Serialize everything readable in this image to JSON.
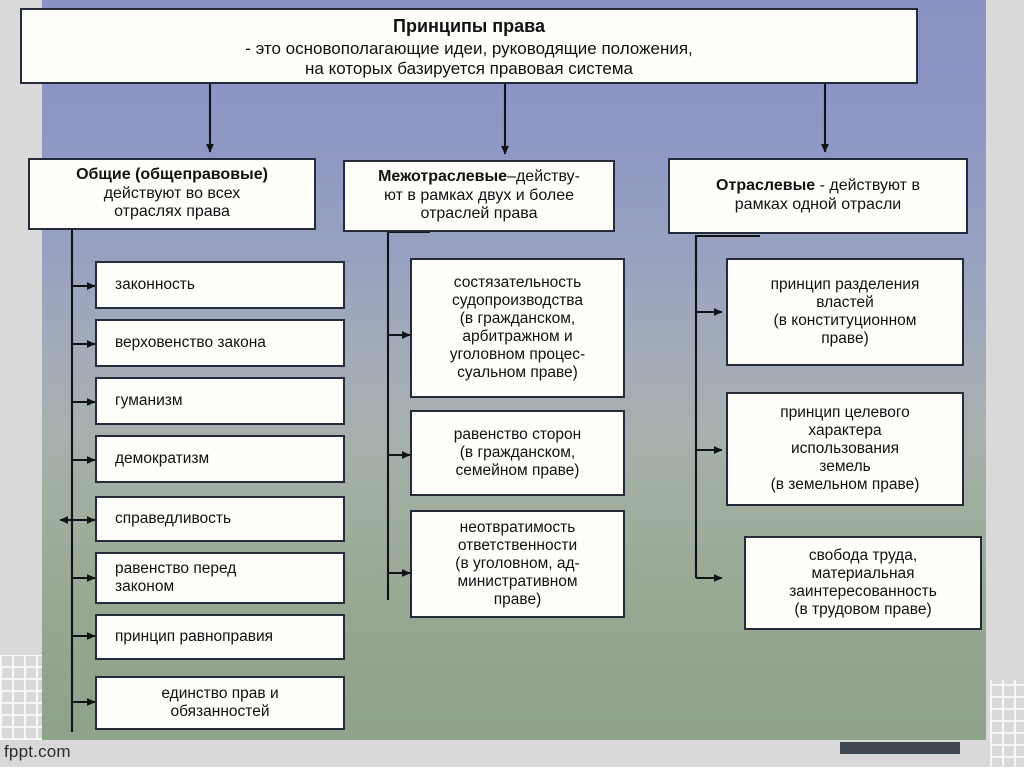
{
  "slide": {
    "watermark": "fppt.com",
    "background_top_color": "#8b93c4",
    "background_bottom_color": "#8fa28c",
    "node_fill_color": "#fdfdfa",
    "node_border_color": "#262b3c"
  },
  "title": {
    "line1": "Принципы права",
    "line2": "- это основополагающие идеи, руководящие положения,",
    "line3": "на которых базируется правовая система"
  },
  "categories": [
    {
      "head": "Общие (общеправовые)",
      "line2": "действуют во всех",
      "line3": "отраслях права"
    },
    {
      "head": "Межотраслевые",
      "head_tail": "–действу-",
      "line2": "ют в рамках двух и более",
      "line3": "отраслей права"
    },
    {
      "head": "Отраслевые",
      "head_tail": " -  действуют в",
      "line2": "рамках одной отрасли",
      "line3": ""
    }
  ],
  "column_left": {
    "items": [
      {
        "text": "законность"
      },
      {
        "text": "верховенство закона"
      },
      {
        "text": "гуманизм"
      },
      {
        "text": "демократизм"
      },
      {
        "text": "справедливость"
      },
      {
        "text": "равенство перед\nзаконом"
      },
      {
        "text": "принцип равноправия"
      },
      {
        "text": "единство прав и\nобязанностей"
      }
    ]
  },
  "column_middle": {
    "items": [
      {
        "text": "состязательность\nсудопроизводства\n(в гражданском,\nарбитражном и\nуголовном процес-\nсуальном праве)"
      },
      {
        "text": "равенство сторон\n(в гражданском,\nсемейном праве)"
      },
      {
        "text": "неотвратимость\nответственности\n(в уголовном, ад-\nминистративном\nправе)"
      }
    ]
  },
  "column_right": {
    "items": [
      {
        "text": "принцип разделения\nвластей\n(в конституционном\nправе)"
      },
      {
        "text": "принцип целевого\nхарактера\nиспользования\nземель\n(в земельном праве)"
      },
      {
        "text": "свобода труда,\nматериальная\nзаинтересованность\n(в трудовом праве)"
      }
    ]
  }
}
